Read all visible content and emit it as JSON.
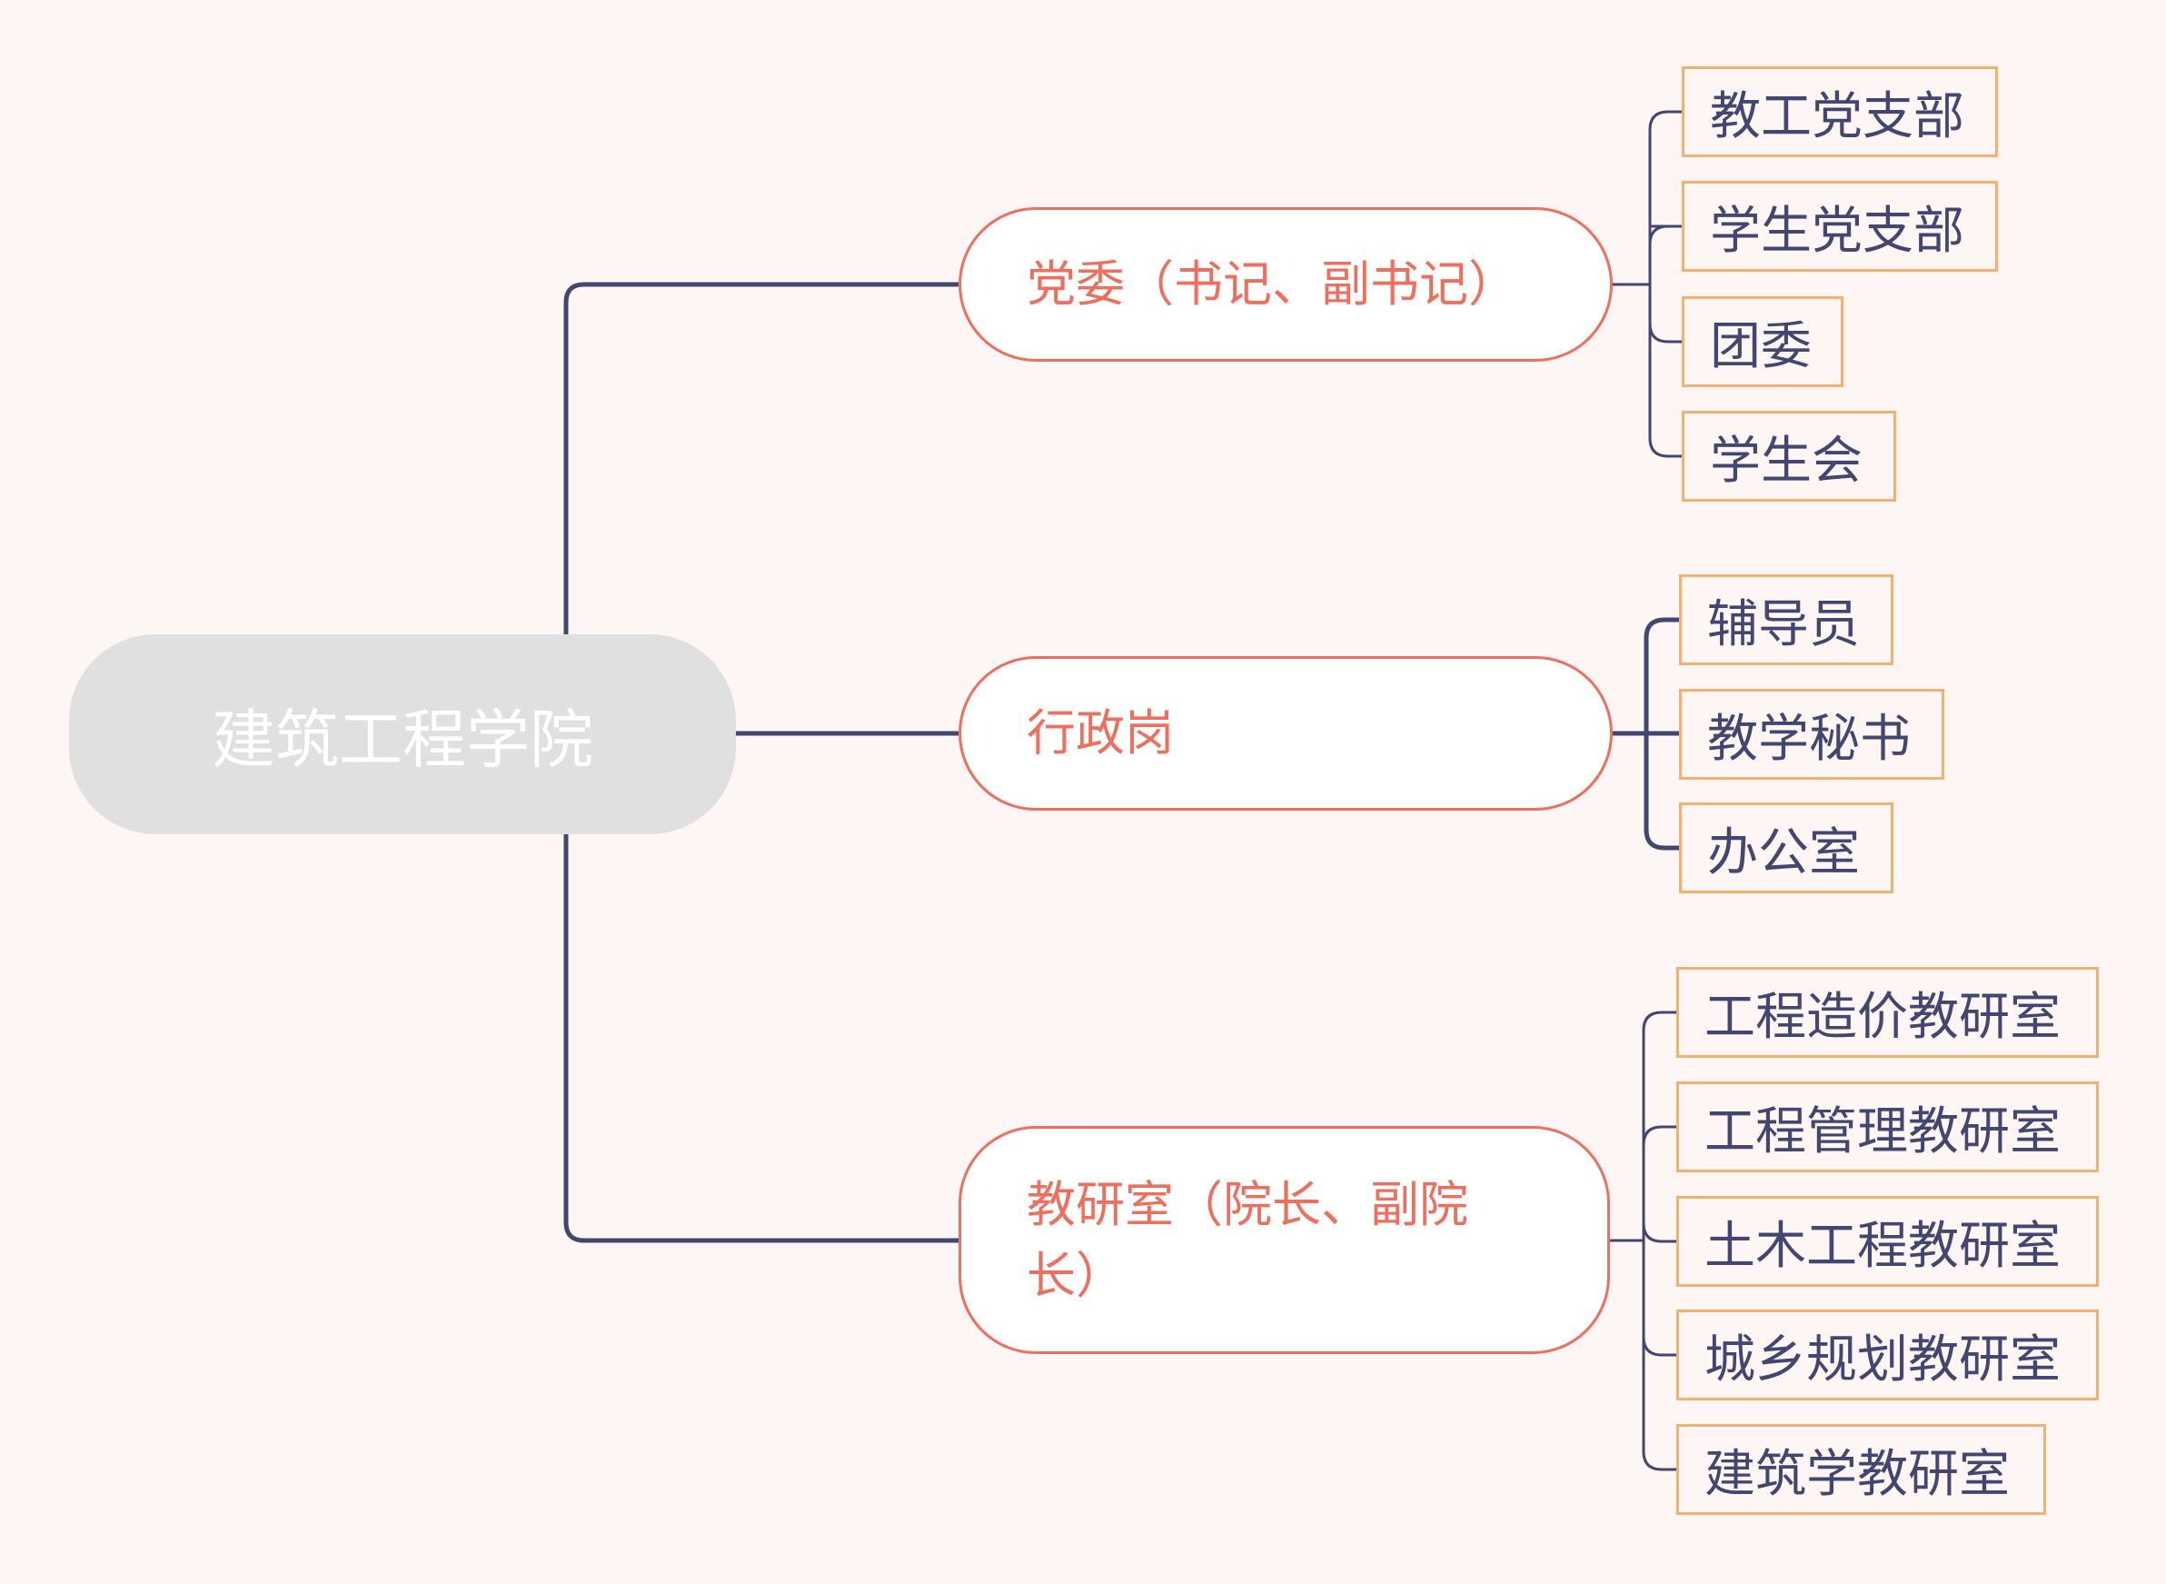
{
  "root": {
    "label": "建筑工程学院"
  },
  "branches": [
    {
      "label": "党委（书记、副书记）",
      "children": [
        "教工党支部",
        "学生党支部",
        "团委",
        "学生会"
      ]
    },
    {
      "label": "行政岗",
      "children": [
        "辅导员",
        "教学秘书",
        "办公室"
      ]
    },
    {
      "label": "教研室（院长、副院长）",
      "children": [
        "工程造价教研室",
        "工程管理教研室",
        "土木工程教研室",
        "城乡规划教研室",
        "建筑学教研室"
      ]
    }
  ],
  "colors": {
    "background": "#fdf6f4",
    "line": "#434670",
    "branch": "#ef6f5e",
    "leaf_border": "#f4b06e",
    "root_fill": "#e0e0e0"
  }
}
